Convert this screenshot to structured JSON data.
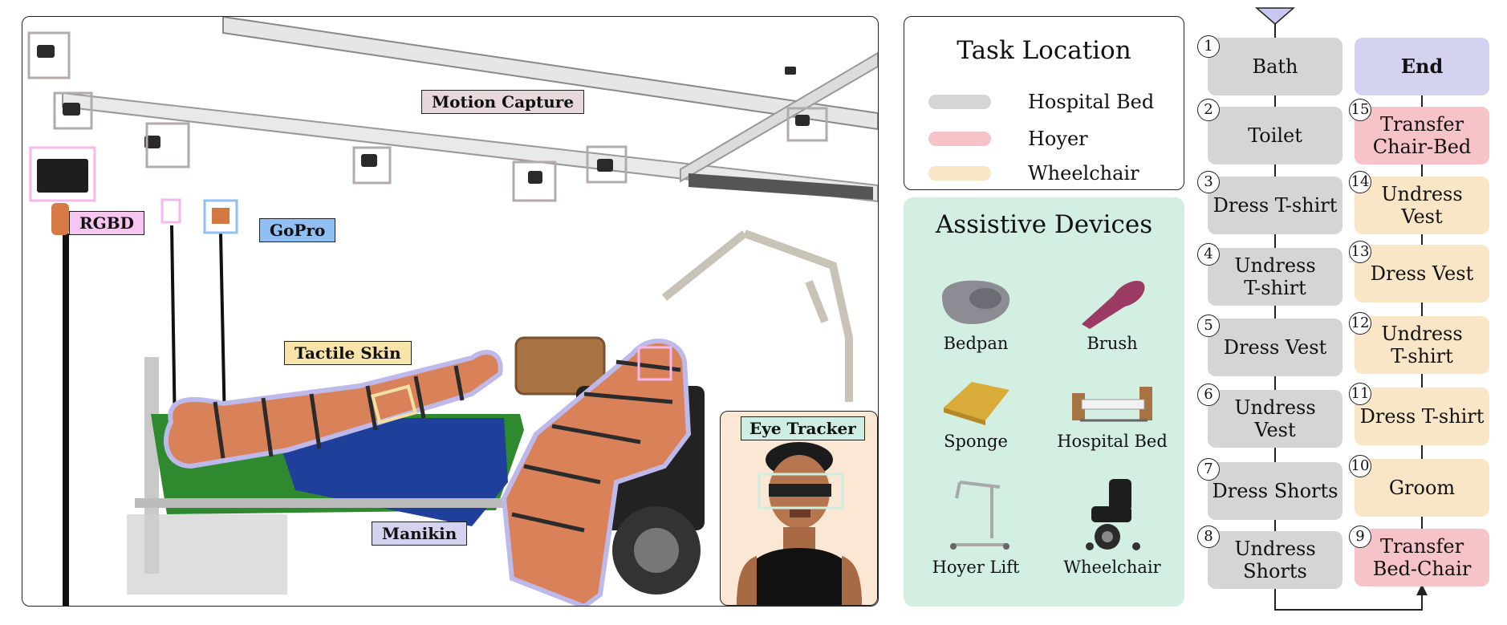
{
  "labels": {
    "motion_capture": "Motion Capture",
    "rgbd": "RGBD",
    "gopro": "GoPro",
    "tactile_skin": "Tactile Skin",
    "manikin": "Manikin",
    "eye_tracker": "Eye Tracker"
  },
  "task_location": {
    "title": "Task Location",
    "items": [
      {
        "label": "Hospital Bed",
        "color": "#d5d5d5"
      },
      {
        "label": "Hoyer",
        "color": "#f6c3c9"
      },
      {
        "label": "Wheelchair",
        "color": "#f9e6c6"
      }
    ]
  },
  "assistive_devices": {
    "title": "Assistive Devices",
    "items": [
      {
        "label": "Bedpan",
        "icon": "bedpan-icon"
      },
      {
        "label": "Brush",
        "icon": "brush-icon"
      },
      {
        "label": "Sponge",
        "icon": "sponge-icon"
      },
      {
        "label": "Hospital Bed",
        "icon": "hospital-bed-icon"
      },
      {
        "label": "Hoyer Lift",
        "icon": "hoyer-lift-icon"
      },
      {
        "label": "Wheelchair",
        "icon": "wheelchair-icon"
      }
    ]
  },
  "task_sequence": {
    "left_column": [
      {
        "num": "1",
        "label": "Bath",
        "location": "bed"
      },
      {
        "num": "2",
        "label": "Toilet",
        "location": "bed"
      },
      {
        "num": "3",
        "label": "Dress T-shirt",
        "location": "bed"
      },
      {
        "num": "4",
        "label": "Undress\nT-shirt",
        "location": "bed"
      },
      {
        "num": "5",
        "label": "Dress Vest",
        "location": "bed"
      },
      {
        "num": "6",
        "label": "Undress\nVest",
        "location": "bed"
      },
      {
        "num": "7",
        "label": "Dress Shorts",
        "location": "bed"
      },
      {
        "num": "8",
        "label": "Undress\nShorts",
        "location": "bed"
      }
    ],
    "right_column": [
      {
        "num": "",
        "label": "End",
        "location": "end"
      },
      {
        "num": "15",
        "label": "Transfer\nChair-Bed",
        "location": "hoyer"
      },
      {
        "num": "14",
        "label": "Undress\nVest",
        "location": "wc"
      },
      {
        "num": "13",
        "label": "Dress Vest",
        "location": "wc"
      },
      {
        "num": "12",
        "label": "Undress\nT-shirt",
        "location": "wc"
      },
      {
        "num": "11",
        "label": "Dress T-shirt",
        "location": "wc"
      },
      {
        "num": "10",
        "label": "Groom",
        "location": "wc"
      },
      {
        "num": "9",
        "label": "Transfer\nBed-Chair",
        "location": "hoyer"
      }
    ]
  },
  "colors": {
    "hospital_bed": "#d5d5d5",
    "hoyer": "#f6c3c9",
    "wheelchair": "#f9e6c6",
    "end": "#d3d3f1",
    "assistive_bg": "#d2efe2",
    "manikin_outline": "#bdb9ea",
    "skin": "#d9825a",
    "strap": "#2b2b2b"
  }
}
